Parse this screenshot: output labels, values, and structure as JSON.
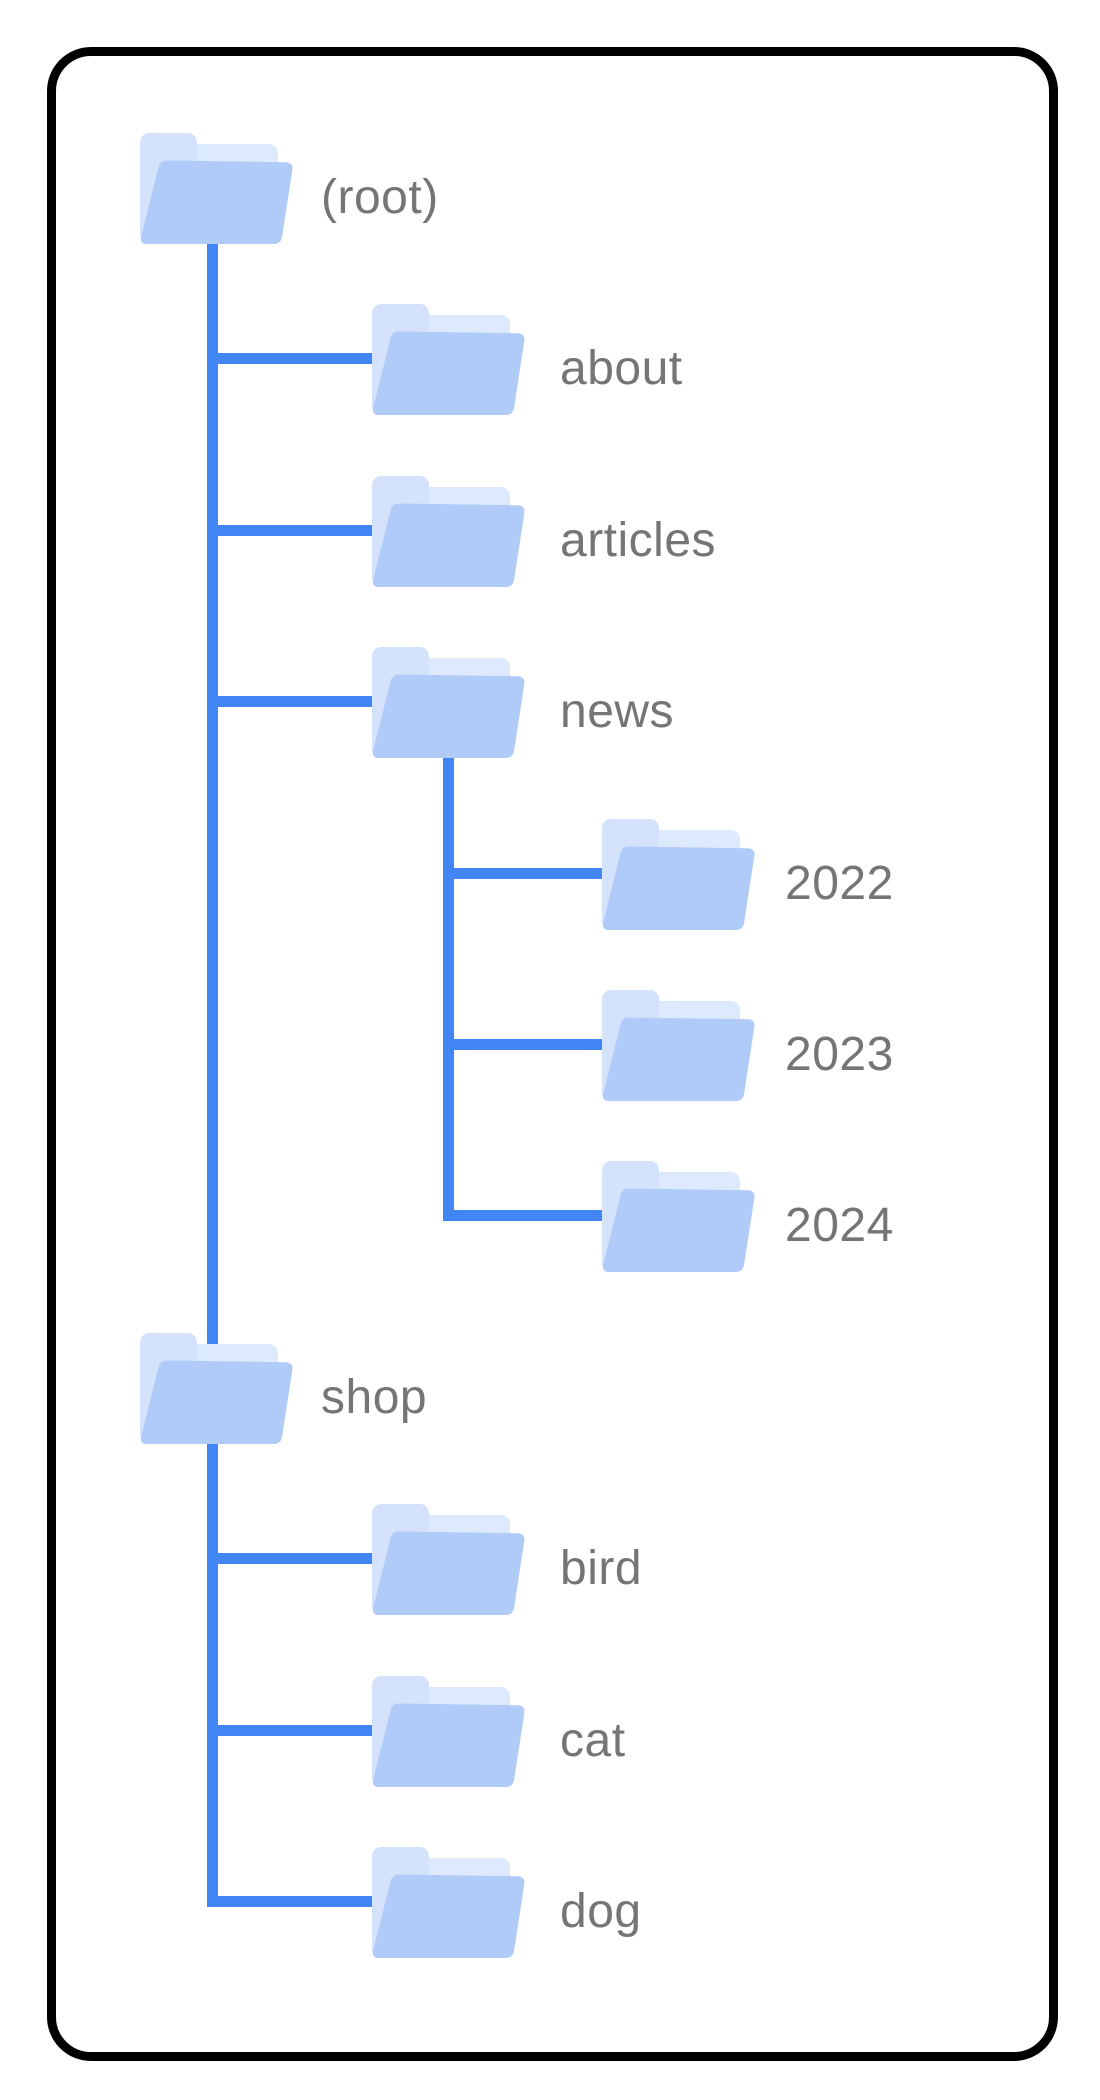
{
  "diagram": {
    "type": "folder-tree",
    "tree": {
      "label": "(root)",
      "children": [
        {
          "label": "about",
          "children": []
        },
        {
          "label": "articles",
          "children": []
        },
        {
          "label": "news",
          "children": [
            {
              "label": "2022"
            },
            {
              "label": "2023"
            },
            {
              "label": "2024"
            }
          ]
        },
        {
          "label": "shop",
          "children": [
            {
              "label": "bird"
            },
            {
              "label": "cat"
            },
            {
              "label": "dog"
            }
          ]
        }
      ]
    },
    "icons": {
      "node_icon": "folder-icon"
    },
    "colors": {
      "connector": "#4285f4",
      "folder_front": "#b0cbf8",
      "folder_tab": "#d4e2fb",
      "folder_back": "#dde9fd",
      "label_text": "#757575",
      "card_border": "#000000",
      "background": "#ffffff"
    }
  }
}
